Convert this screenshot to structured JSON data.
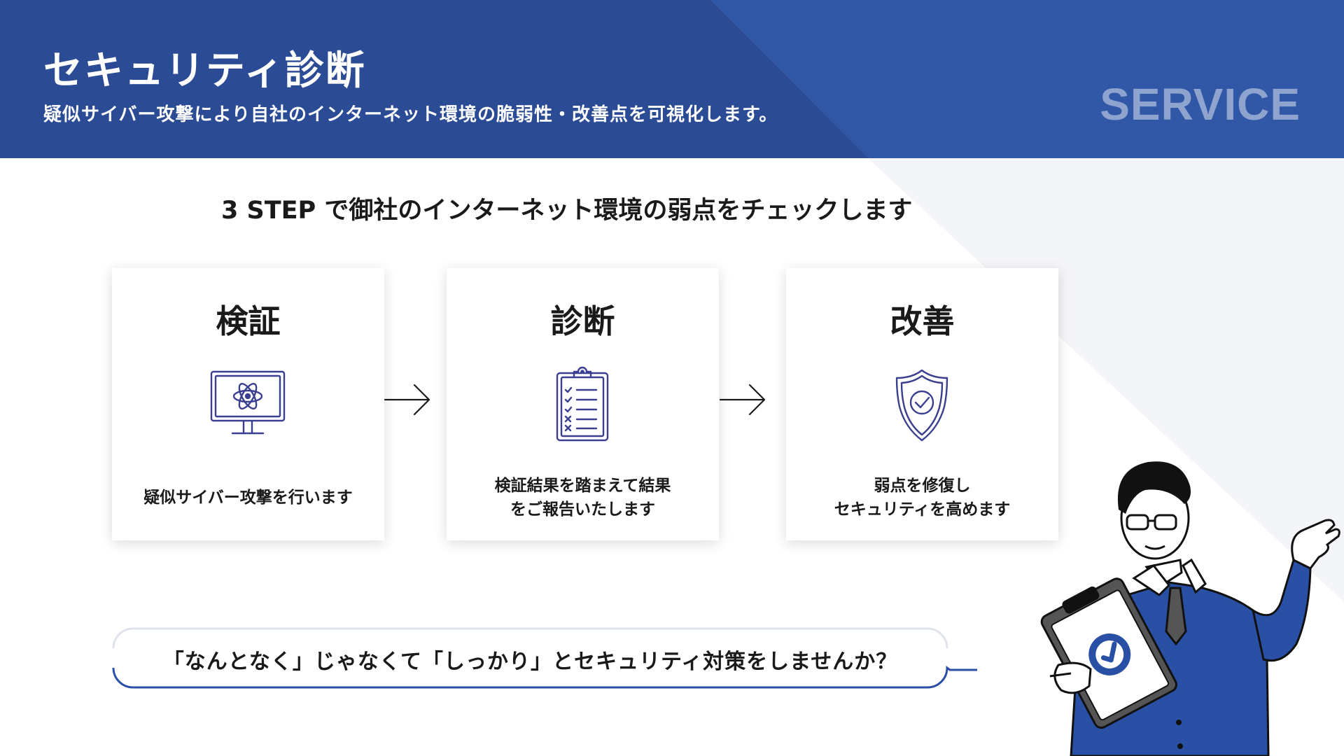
{
  "header": {
    "title": "セキュリティ診断",
    "subtitle": "疑似サイバー攻撃により自社のインターネット環境の脆弱性・改善点を可視化します。",
    "tag": "SERVICE"
  },
  "main": {
    "heading": "3 STEP で御社のインターネット環境の弱点をチェックします",
    "steps": [
      {
        "title": "検証",
        "icon": "monitor-atom-icon",
        "desc": [
          "疑似サイバー攻撃を行います"
        ]
      },
      {
        "title": "診断",
        "icon": "clipboard-checklist-icon",
        "desc": [
          "検証結果を踏まえて結果",
          "をご報告いたします"
        ]
      },
      {
        "title": "改善",
        "icon": "shield-check-icon",
        "desc": [
          "弱点を修復し",
          "セキュリティを高めます"
        ]
      }
    ],
    "banner": "「なんとなく」じゃなくて「しっかり」とセキュリティ対策をしませんか？"
  },
  "colors": {
    "header_dark": "#2b4b95",
    "header_light": "#3158a7",
    "accent": "#2a50a5",
    "icon_stroke": "#3a3f8f",
    "service_text": "#8fa3cf"
  }
}
